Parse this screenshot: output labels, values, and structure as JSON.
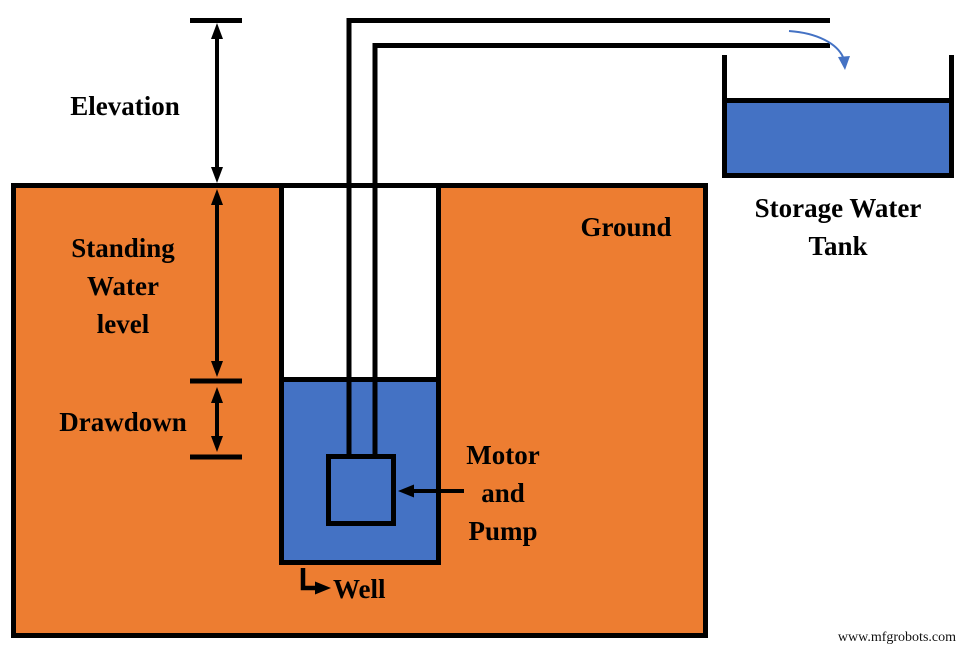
{
  "labels": {
    "elevation": "Elevation",
    "standing_water_lines": [
      "Standing",
      "Water",
      "level"
    ],
    "drawdown": "Drawdown",
    "ground": "Ground",
    "storage_tank_lines": [
      "Storage Water",
      "Tank"
    ],
    "motor_pump_lines": [
      "Motor",
      "and",
      "Pump"
    ],
    "well": "Well"
  },
  "watermark": "www.mfgrobots.com",
  "colors": {
    "ground_fill": "#ED7D31",
    "water_fill": "#4472C4",
    "outline": "#000000",
    "flow_arrow": "#4472C4"
  },
  "icons": {
    "flow_arrow": "curved-down-arrow-icon",
    "dimension_arrows": "double-headed-vertical-arrow",
    "motor_pointer": "left-arrow",
    "well_pointer": "elbow-right-arrow"
  }
}
